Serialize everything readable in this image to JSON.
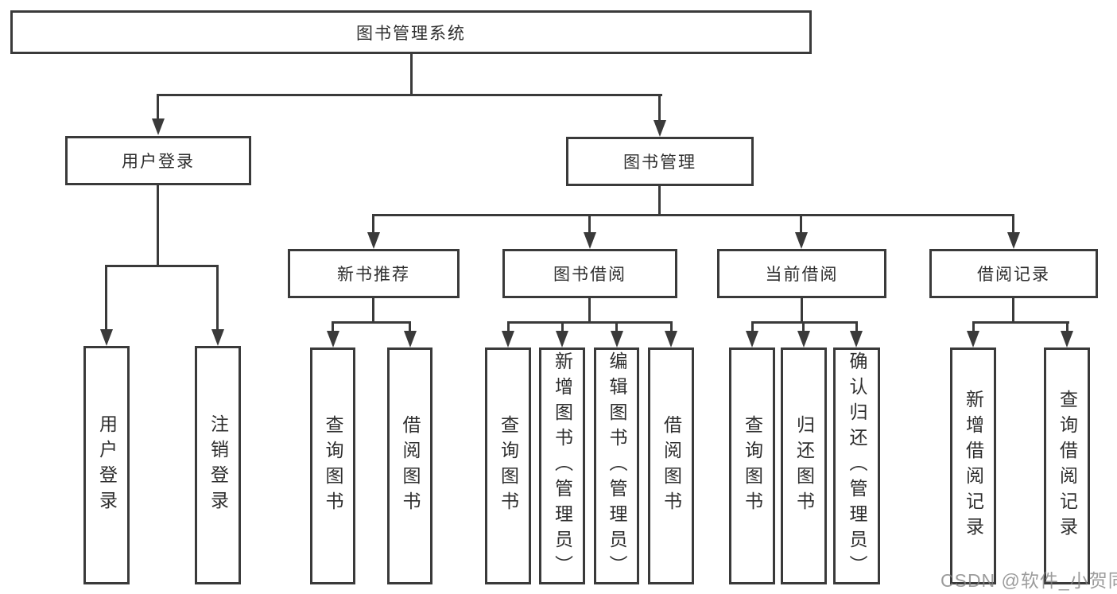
{
  "tree": {
    "root": "图书管理系统",
    "level2": [
      "用户登录",
      "图书管理"
    ],
    "level3": [
      "新书推荐",
      "图书借阅",
      "当前借阅",
      "借阅记录"
    ],
    "leaves": {
      "login": [
        "用户登录",
        "注销登录"
      ],
      "recommend": [
        "查询图书",
        "借阅图书"
      ],
      "borrow": [
        "查询图书",
        "新增图书（管理员）",
        "编辑图书（管理员）",
        "借阅图书"
      ],
      "current": [
        "查询图书",
        "归还图书",
        "确认归还（管理员）"
      ],
      "records": [
        "新增借阅记录",
        "查询借阅记录"
      ]
    }
  },
  "watermark": "CSDN @软件_小贺同学",
  "colors": {
    "line": "#3a3a3a",
    "text": "#2e2e2e",
    "background": "#ffffff",
    "watermark": "#808080"
  }
}
